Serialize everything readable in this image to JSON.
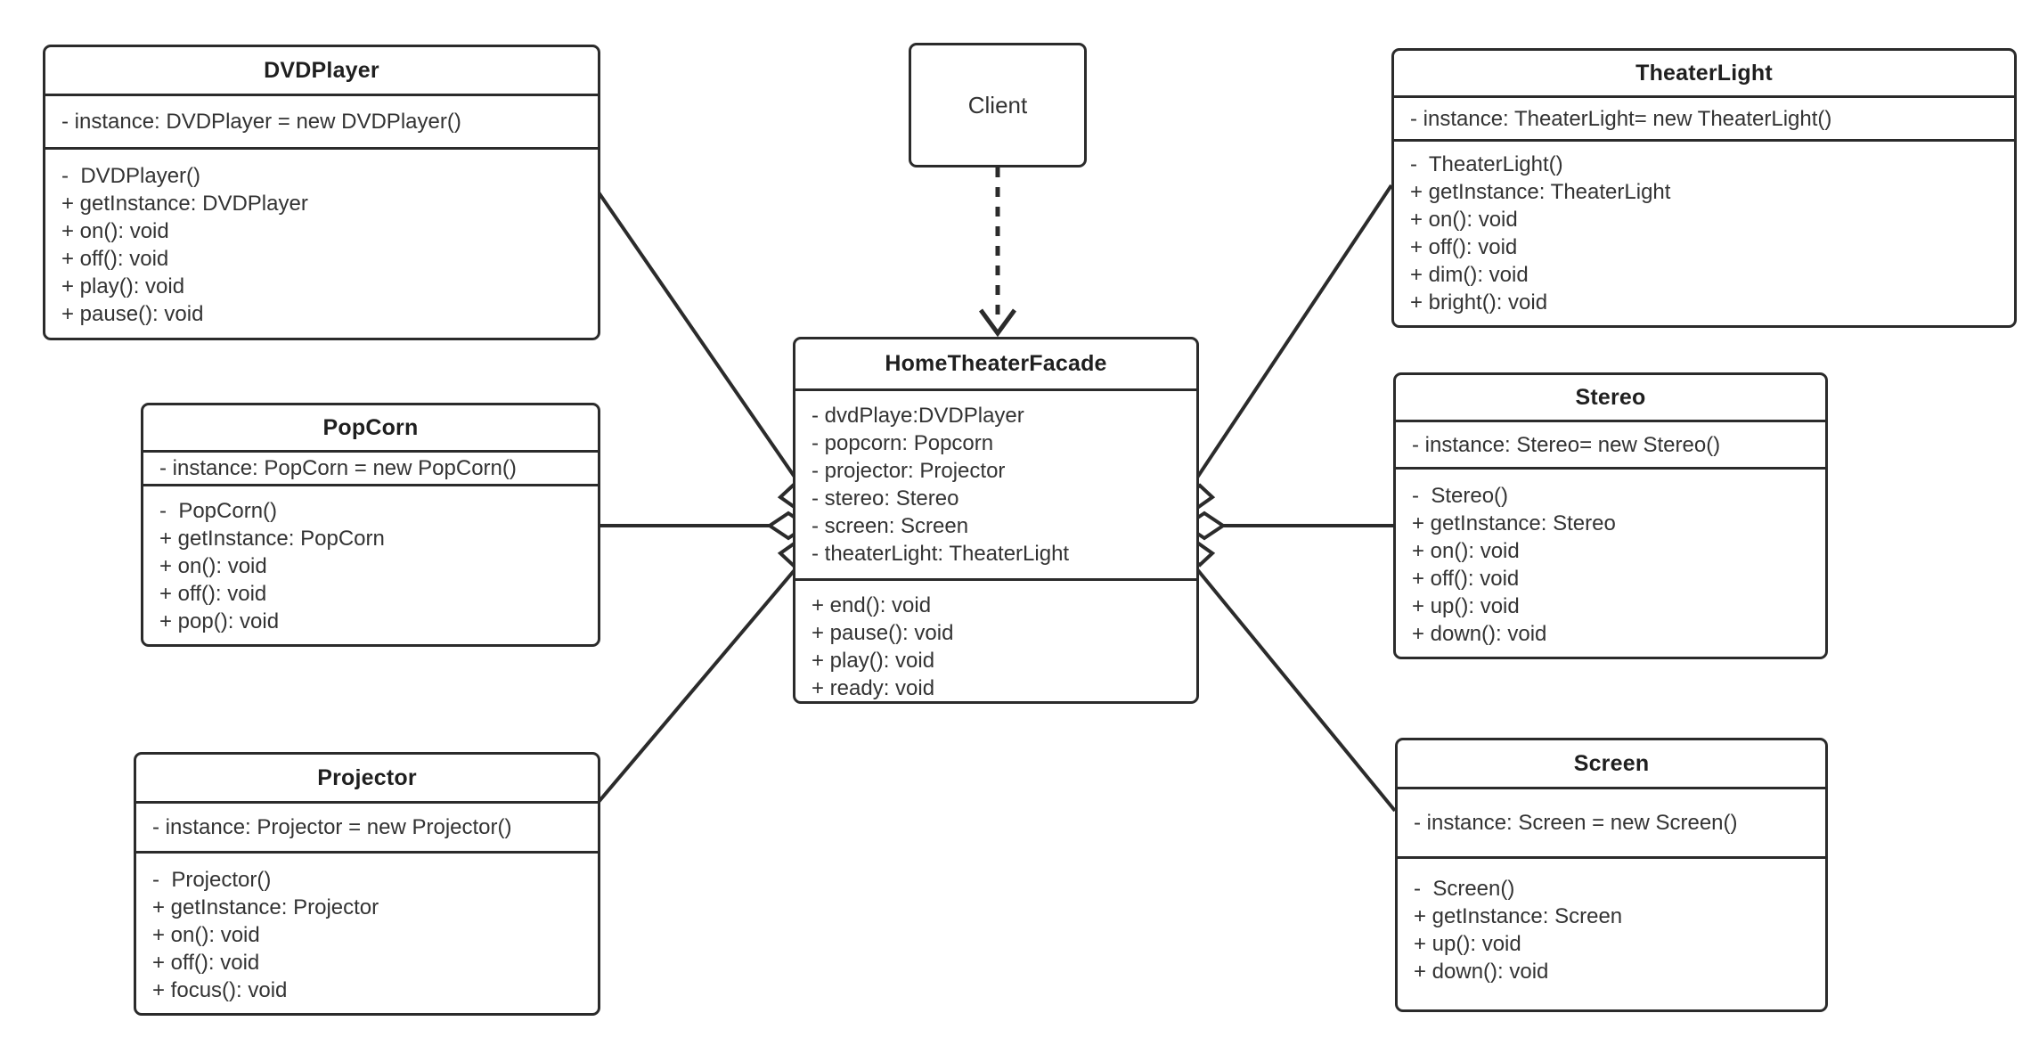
{
  "diagram": {
    "title": "HomeTheaterFacade UML class diagram",
    "stroke_color": "#2b2b2b",
    "text_color": "#333333",
    "background_color": "#ffffff"
  },
  "client": {
    "label": "Client"
  },
  "classes": {
    "dvdplayer": {
      "name": "DVDPlayer",
      "attributes": [
        "- instance: DVDPlayer = new DVDPlayer()"
      ],
      "operations": [
        "-  DVDPlayer()",
        "+ getInstance: DVDPlayer",
        "+ on(): void",
        "+ off(): void",
        "+ play(): void",
        "+ pause(): void"
      ]
    },
    "popcorn": {
      "name": "PopCorn",
      "attributes": [
        "- instance: PopCorn = new PopCorn()"
      ],
      "operations": [
        "-  PopCorn()",
        "+ getInstance: PopCorn",
        "+ on(): void",
        "+ off(): void",
        "+ pop(): void"
      ]
    },
    "projector": {
      "name": "Projector",
      "attributes": [
        "- instance: Projector = new Projector()"
      ],
      "operations": [
        "-  Projector()",
        "+ getInstance: Projector",
        "+ on(): void",
        "+ off(): void",
        "+ focus(): void"
      ]
    },
    "facade": {
      "name": "HomeTheaterFacade",
      "attributes": [
        "- dvdPlaye:DVDPlayer",
        "- popcorn: Popcorn",
        "- projector: Projector",
        "- stereo: Stereo",
        "- screen: Screen",
        "- theaterLight: TheaterLight"
      ],
      "operations": [
        "+ end(): void",
        "+ pause(): void",
        "+ play(): void",
        "+ ready: void"
      ]
    },
    "theaterlight": {
      "name": "TheaterLight",
      "attributes": [
        "- instance: TheaterLight= new TheaterLight()"
      ],
      "operations": [
        "-  TheaterLight()",
        "+ getInstance: TheaterLight",
        "+ on(): void",
        "+ off(): void",
        "+ dim(): void",
        "+ bright(): void"
      ]
    },
    "stereo": {
      "name": "Stereo",
      "attributes": [
        "- instance: Stereo= new Stereo()"
      ],
      "operations": [
        "-  Stereo()",
        "+ getInstance: Stereo",
        "+ on(): void",
        "+ off(): void",
        "+ up(): void",
        "+ down(): void"
      ]
    },
    "screen": {
      "name": "Screen",
      "attributes": [
        "- instance: Screen = new Screen()"
      ],
      "operations": [
        "-  Screen()",
        "+ getInstance: Screen",
        "+ up(): void",
        "+ down(): void"
      ]
    }
  },
  "relationships": [
    {
      "from": "Client",
      "to": "HomeTheaterFacade",
      "type": "dependency"
    },
    {
      "from": "HomeTheaterFacade",
      "to": "DVDPlayer",
      "type": "aggregation"
    },
    {
      "from": "HomeTheaterFacade",
      "to": "PopCorn",
      "type": "aggregation"
    },
    {
      "from": "HomeTheaterFacade",
      "to": "Projector",
      "type": "aggregation"
    },
    {
      "from": "HomeTheaterFacade",
      "to": "TheaterLight",
      "type": "aggregation"
    },
    {
      "from": "HomeTheaterFacade",
      "to": "Stereo",
      "type": "aggregation"
    },
    {
      "from": "HomeTheaterFacade",
      "to": "Screen",
      "type": "aggregation"
    }
  ]
}
